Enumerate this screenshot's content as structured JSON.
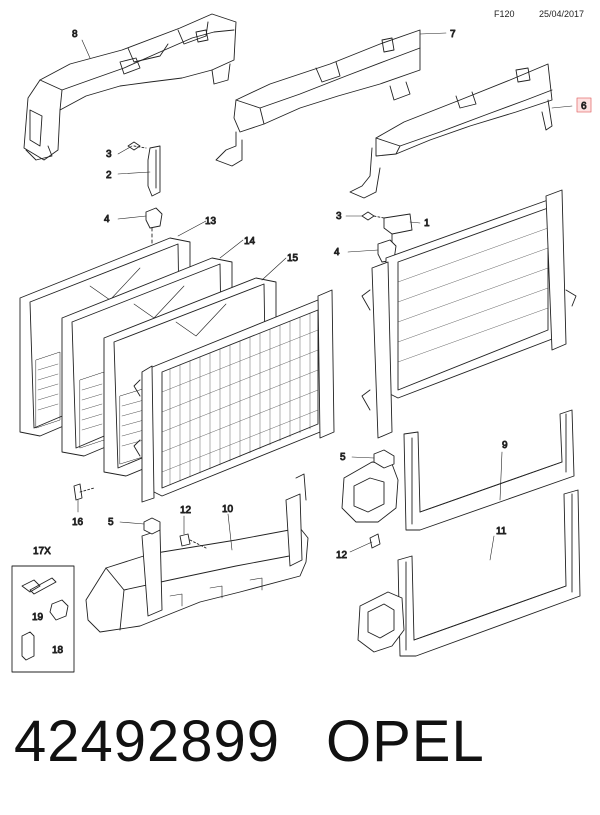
{
  "header": {
    "code": "F120",
    "date": "25/04/2017"
  },
  "callouts": {
    "n1": "1",
    "n2": "2",
    "n3a": "3",
    "n3b": "3",
    "n4a": "4",
    "n4b": "4",
    "n5a": "5",
    "n5b": "5",
    "n6": "6",
    "n7": "7",
    "n8": "8",
    "n9": "9",
    "n10": "10",
    "n11": "11",
    "n12a": "12",
    "n12b": "12",
    "n13": "13",
    "n14": "14",
    "n15": "15",
    "n16": "16",
    "n17x": "17X",
    "n18": "18",
    "n19": "19"
  },
  "highlighted_callout": "6",
  "highlight_color": "#e57373",
  "footer": {
    "part_number": "42492899",
    "brand": "OPEL"
  }
}
